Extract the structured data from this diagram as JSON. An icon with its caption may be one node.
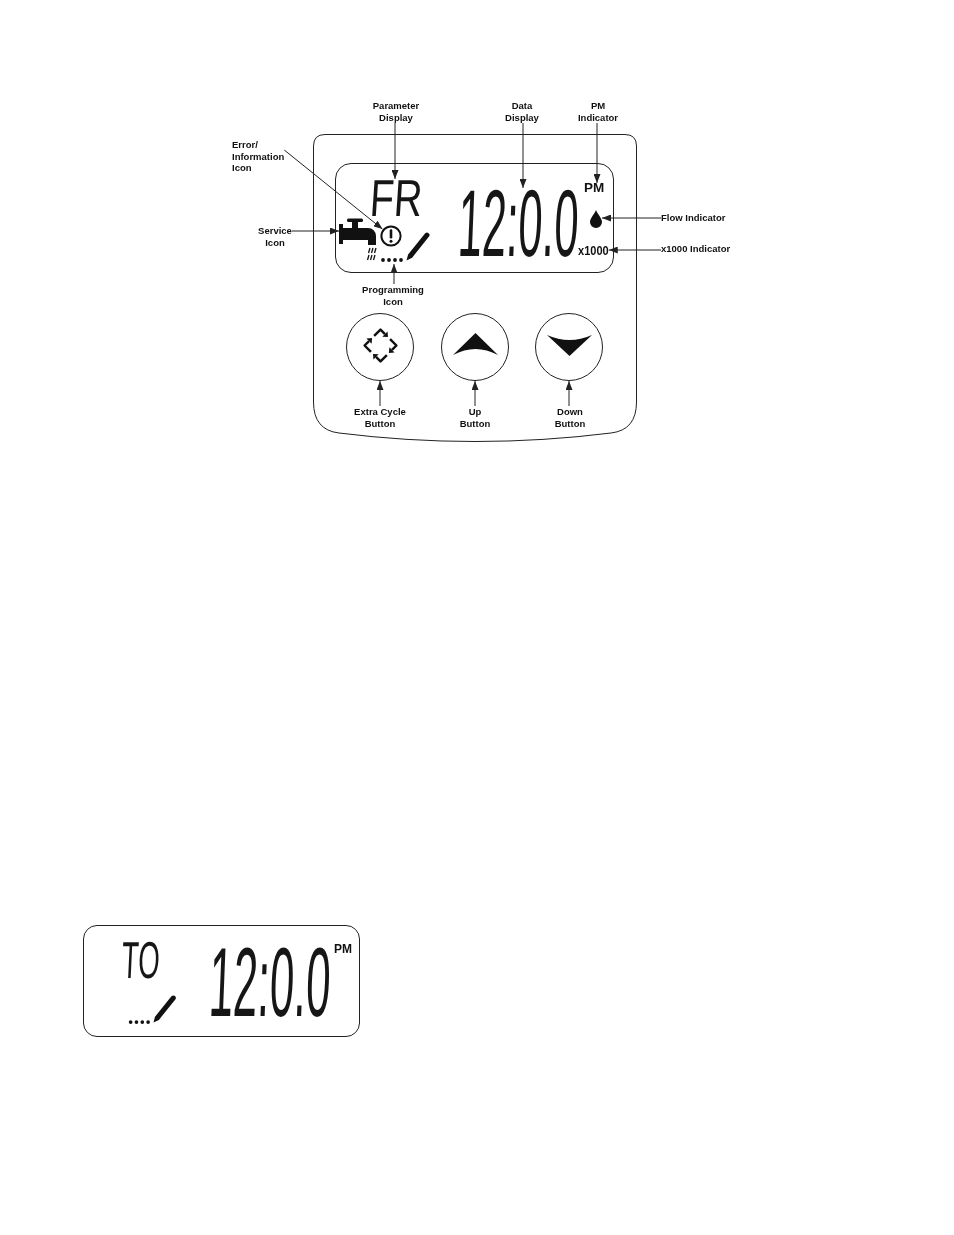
{
  "diagram": {
    "nodes": [
      {
        "text": [
          "Parameter Display"
        ]
      },
      {
        "text": [
          "Data Display"
        ]
      },
      {
        "text": [
          "PM Indicator"
        ]
      },
      {
        "text": [
          "Error/ Information Icon"
        ]
      },
      {
        "text": [],
        "shape": "box"
      },
      {
        "text": [],
        "shape": "box",
        "in": 4
      },
      {
        "text": [
          "FR"
        ],
        "in": 5
      },
      {
        "text": [
          "12:0.0"
        ],
        "in": 5
      },
      {
        "text": [
          "PM"
        ],
        "in": 5
      },
      {
        "text": [
          "Service Icon"
        ]
      },
      {
        "text": [],
        "shape": "picture",
        "in": 5
      },
      {
        "text": [],
        "shape": "picture",
        "in": 5
      },
      {
        "text": [],
        "shape": "picture",
        "in": 5
      },
      {
        "text": [
          "Flow Indicator"
        ]
      },
      {
        "text": [
          "x1000"
        ],
        "in": 5
      },
      {
        "text": [
          "x1000 Indicator"
        ]
      },
      {
        "text": [],
        "shape": "picture",
        "in": 5
      },
      {
        "text": [
          "Programming Icon"
        ],
        "in": 4
      },
      {
        "text": [],
        "shape": "circle",
        "in": 4
      },
      {
        "text": [],
        "shape": "circle",
        "in": 4
      },
      {
        "text": [],
        "shape": "circle",
        "in": 4
      },
      {
        "text": [
          "Extra Cycle Button"
        ],
        "in": 4
      },
      {
        "text": [
          "Up Button"
        ],
        "in": 4
      },
      {
        "text": [
          "Down Button"
        ],
        "in": 4
      },
      {
        "text": [
          "TO",
          "12:0.0",
          "PM"
        ]
      }
    ],
    "edges": [
      {
        "from": 0,
        "to": 6,
        "arrow": "to"
      },
      {
        "from": 1,
        "to": 7,
        "arrow": "to"
      },
      {
        "from": 2,
        "to": 8,
        "arrow": "to"
      },
      {
        "from": 3,
        "to": 11,
        "arrow": "to"
      },
      {
        "from": 9,
        "to": 10,
        "arrow": "to"
      },
      {
        "from": 13,
        "to": 12,
        "arrow": "to"
      },
      {
        "from": 15,
        "to": 14,
        "arrow": "to"
      },
      {
        "from": 17,
        "to": 16,
        "arrow": "to"
      },
      {
        "from": 21,
        "to": 18,
        "arrow": "to"
      },
      {
        "from": 22,
        "to": 19,
        "arrow": "to"
      },
      {
        "from": 23,
        "to": 20,
        "arrow": "to"
      }
    ]
  }
}
